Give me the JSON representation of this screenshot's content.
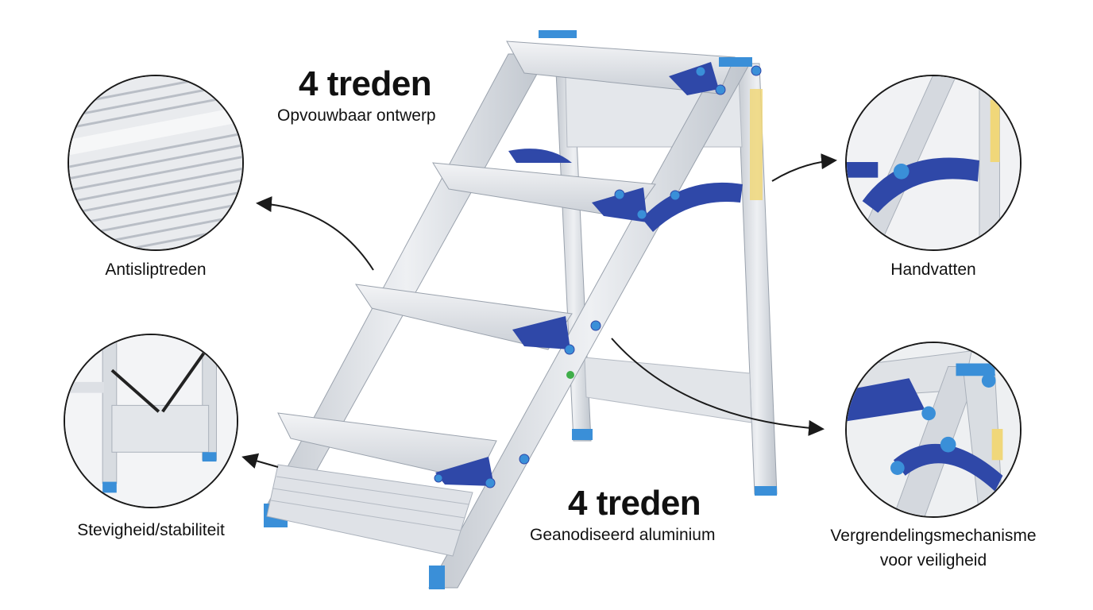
{
  "headline_top": {
    "title": "4 treden",
    "subtitle": "Opvouwbaar ontwerp"
  },
  "headline_bottom": {
    "title": "4 treden",
    "subtitle": "Geanodiseerd aluminium"
  },
  "features": {
    "antislip": "Antisliptreden",
    "stability": "Stevigheid/stabiliteit",
    "handles": "Handvatten",
    "lock_line1": "Vergrendelingsmechanisme",
    "lock_line2": "voor veiligheid"
  },
  "colors": {
    "aluminium": "#d7dbe1",
    "aluminium_dark": "#aab1bb",
    "accent_blue": "#2f48a8",
    "cap_blue": "#3a8fd8",
    "outline": "#1a1a1a"
  }
}
